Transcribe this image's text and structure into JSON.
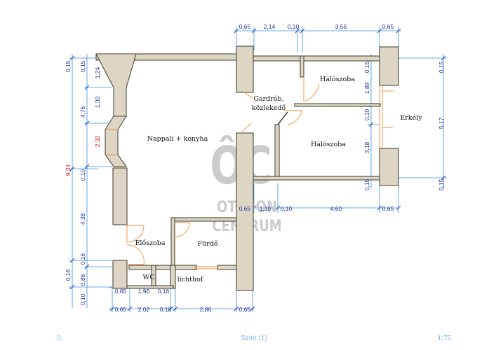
{
  "rooms": {
    "living_kitchen": "Nappali + konyha",
    "wardrobe_line1": "Gardrób,",
    "wardrobe_line2": "közlekedő",
    "bedroom_1": "Hálószoba",
    "bedroom_2": "Hálószoba",
    "balcony": "Erkély",
    "hall": "Előszoba",
    "bathroom": "Fürdő",
    "wc": "WC",
    "lightwell": "lichthof"
  },
  "dimensions": {
    "top": [
      "0,65",
      "2,14",
      "0,10",
      "3,56",
      "0,65"
    ],
    "mid": [
      "0,65",
      "1,10",
      "0,10",
      "4,60",
      "0,65"
    ],
    "bottom_inner": [
      "0,65",
      "1,96",
      "0,16"
    ],
    "bottom": [
      "0,65",
      "2,02",
      "0,10",
      "2,86",
      "0,65"
    ],
    "left_outer": [
      "0,15",
      "4,76",
      "0,10",
      "4,38",
      "0,16",
      "0,86",
      "0,10"
    ],
    "left_outer_total": "9,24",
    "left_inner": [
      "0,15",
      "1,24",
      "1,30",
      "2,32",
      "0,16"
    ],
    "right_inner": [
      "0,15",
      "1,89",
      "0,10",
      "3,18",
      "0,15"
    ],
    "right_outer": [
      "0,15",
      "5,17",
      "0,15"
    ]
  },
  "watermark": {
    "logo_letters": "ÔC",
    "line1": "OTTHON",
    "line2": "CENTRUM"
  },
  "footer": {
    "left": "0.",
    "center": "Szint (1)",
    "right": "1:75"
  }
}
